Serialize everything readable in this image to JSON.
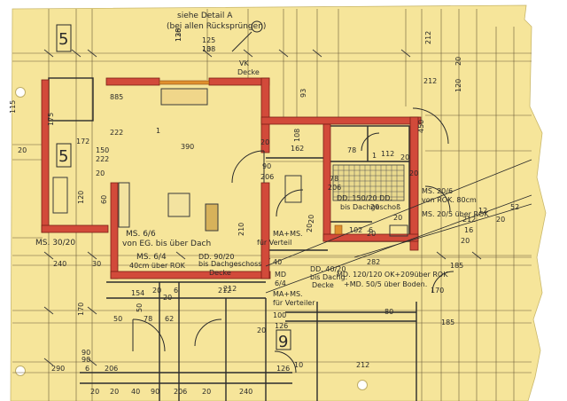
{
  "plan": {
    "detail_note": {
      "line1": "siehe Detail A",
      "line2": "(bei allen Rücksprüngen)"
    },
    "room_numbers": {
      "left": "5",
      "mid": "5",
      "bottom": "9"
    },
    "labels": {
      "vk_decke": {
        "line1": "VK",
        "line2": "Decke"
      },
      "ms_66": {
        "line1": "MS. 6/6",
        "line2": "von EG. bis über Dach"
      },
      "ms_64": {
        "line1": "MS. 6/4",
        "line2": "40cm über ROK"
      },
      "dd_9020": {
        "line1": "DD. 90/20",
        "line2": "bis Dachgeschoss",
        "line3": "Decke"
      },
      "ms_3020": {
        "text": "MS. 30/20"
      },
      "ma_ms_verteil_1": {
        "line1": "MA+MS.",
        "line2": "für Verteil"
      },
      "md_64": {
        "line1": "MD",
        "line2": "6/4"
      },
      "ma_ms_verteil_2": {
        "line1": "MA+MS.",
        "line2": "für Verteiler"
      },
      "dd_4020": {
        "line1": "DD. 40/20",
        "line2": "bis Dachg.",
        "line3": "Decke"
      },
      "dd_15020": {
        "line1": "DD. 150/20 DD.",
        "line2": "bis Dachgeschoß"
      },
      "ms_206": {
        "line1": "MS. 20/6",
        "line2": "von ROK. 80cm"
      },
      "ms_205": {
        "line1": "MS. 20/5 über ROK"
      },
      "md_120120": {
        "text": "MD. 120/120  OK+209über ROK"
      },
      "md_505": {
        "text": "+MD. 50/5  über Boden."
      }
    },
    "dims": [
      "138",
      "138",
      "125",
      "115",
      "885",
      "222",
      "175",
      "390",
      "172",
      "150",
      "222",
      "1",
      "120",
      "60",
      "240",
      "20",
      "20",
      "90",
      "206",
      "162",
      "20",
      "108",
      "93",
      "78",
      "206",
      "20",
      "20",
      "112",
      "78",
      "102",
      "6",
      "212",
      "20",
      "20",
      "20",
      "20",
      "210",
      "30",
      "40",
      "282",
      "212",
      "154",
      "20",
      "6",
      "20",
      "100",
      "126",
      "20",
      "90",
      "6",
      "50",
      "50",
      "78",
      "62",
      "20",
      "20",
      "240",
      "20",
      "80",
      "170",
      "290",
      "90",
      "206",
      "126",
      "10",
      "212",
      "1",
      "20",
      "185",
      "170",
      "185",
      "212",
      "212",
      "450",
      "120",
      "20",
      "212",
      "16",
      "12",
      "20",
      "52",
      "20",
      "40",
      "90",
      "206",
      "126",
      "10"
    ]
  }
}
